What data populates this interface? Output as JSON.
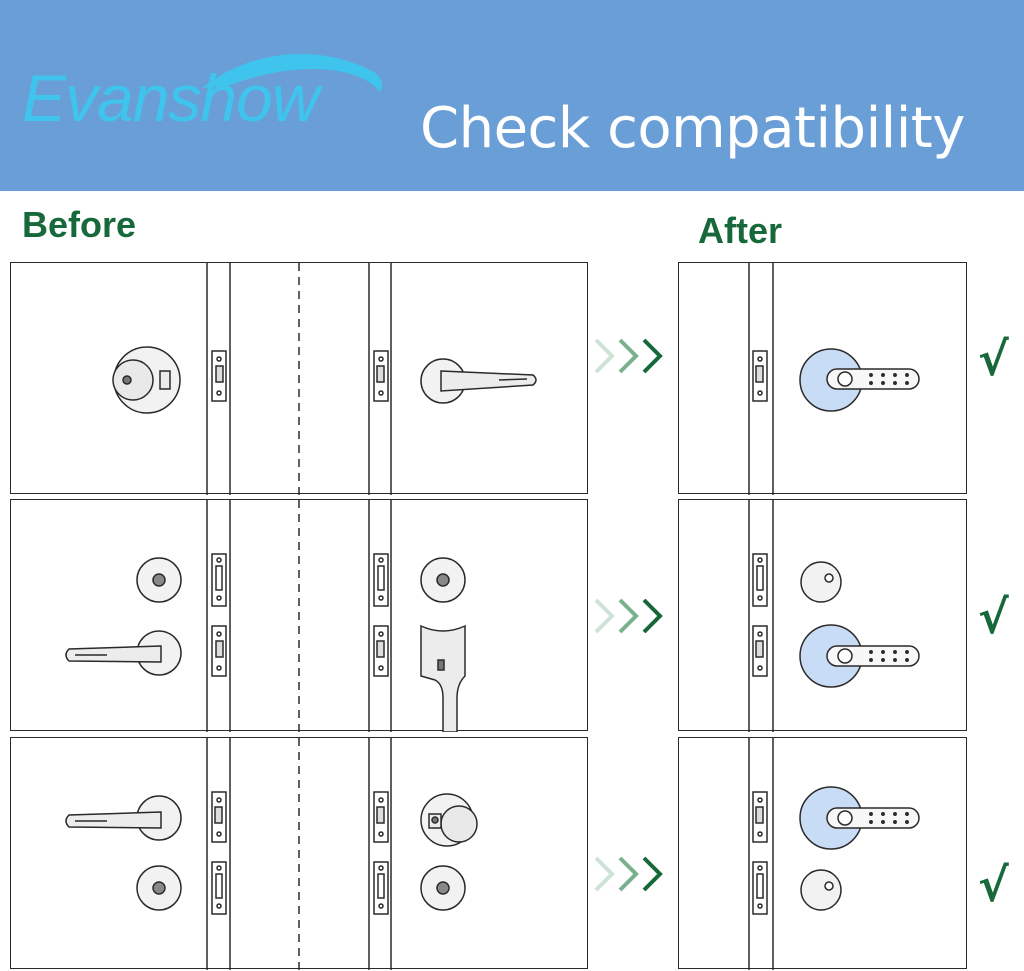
{
  "header": {
    "brand": "Evanshow",
    "title": "Check compatibility"
  },
  "labels": {
    "before": "Before",
    "after": "After"
  },
  "rows": [
    {
      "before_left": "knob",
      "before_right": "lever",
      "after": "smart-lever",
      "result": "√"
    },
    {
      "before_left": "deadbolt-and-lever",
      "before_right": "deadbolt-and-handleset",
      "after": "deadbolt-and-smart-lever",
      "result": "√"
    },
    {
      "before_left": "lever-and-deadbolt",
      "before_right": "knob-and-deadbolt",
      "after": "smart-lever-and-deadbolt",
      "result": "√"
    }
  ],
  "icons": {
    "arrow": "triple-chevron-right-icon",
    "check": "check-mark-icon"
  },
  "colors": {
    "banner": "#6a9ed6",
    "brand": "#3fc4ee",
    "accent_green": "#17683a",
    "smart_lock_blue": "#c9dcf5"
  }
}
